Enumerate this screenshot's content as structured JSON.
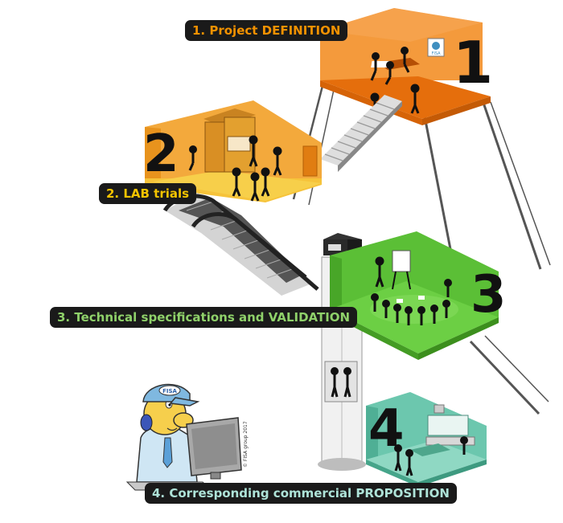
{
  "stages": [
    {
      "number": "1",
      "label": "1. Project DEFINITION"
    },
    {
      "number": "2",
      "label": "2. LAB trials"
    },
    {
      "number": "3",
      "label": "3. Technical specifications and VALIDATION"
    },
    {
      "number": "4",
      "label": "4. Corresponding commercial PROPOSITION"
    }
  ],
  "cap_logo": "FISA",
  "room_logo": "FISA",
  "copyright": "© FISA group 2017",
  "colors": {
    "stage1": "#f07d12",
    "stage2": "#f2a623",
    "stage3": "#4fb32f",
    "stage4": "#4fb8a0",
    "label_bg": "#1a1a1a"
  }
}
